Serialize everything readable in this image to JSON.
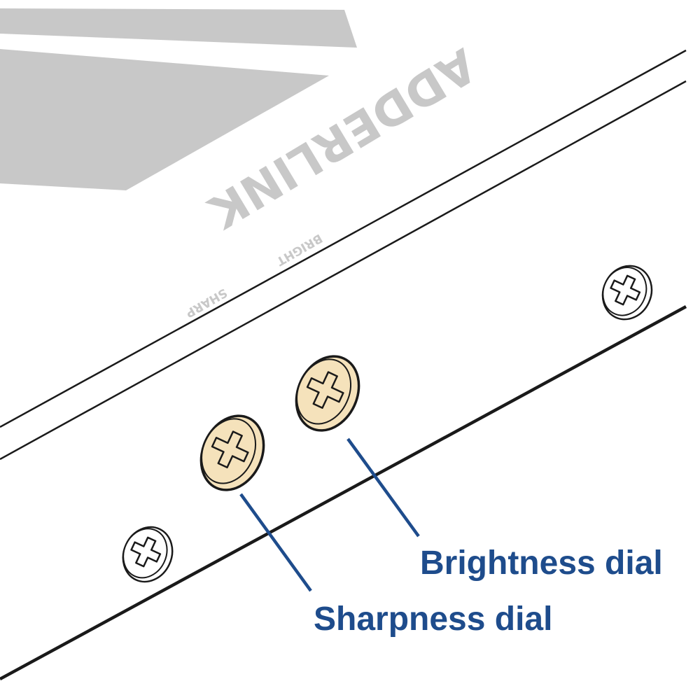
{
  "device": {
    "brand": "ADDERLINK",
    "panel_labels": {
      "bright": "BRIGHT",
      "sharp": "SHARP"
    }
  },
  "callouts": {
    "brightness": "Brightness dial",
    "sharpness": "Sharpness dial"
  },
  "colors": {
    "callout": "#1e4c8c",
    "dial_fill": "#f5e2bb",
    "brand_gray": "#c8c8c8",
    "outline": "#1a1a1a"
  }
}
